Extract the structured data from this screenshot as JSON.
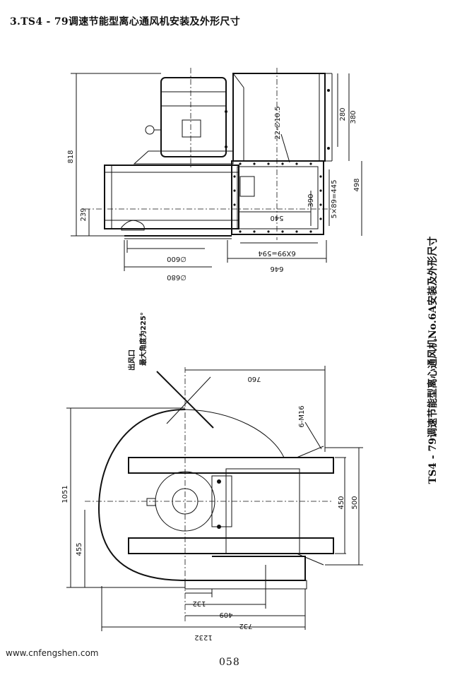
{
  "header": {
    "title": "3.TS4 - 79调速节能型离心通风机安装及外形尺寸"
  },
  "side_caption": "TS4 - 79调速节能型离心通风机No.6A安装及外形尺寸",
  "footer": {
    "website": "www.cnfengshen.com",
    "page_number": "058"
  },
  "top_view": {
    "dims": {
      "overall_height": "818",
      "dim_280": "280",
      "dim_380": "380",
      "holes": "22-∅10.5",
      "dim_498": "498",
      "dim_390": "390",
      "pitch_5x89": "5×89=445",
      "dim_239": "239",
      "dim_540": "540",
      "pitch_6x99": "6X99=594",
      "dim_646": "646",
      "dia_600": "∅600",
      "dia_680": "∅680"
    }
  },
  "bottom_view": {
    "outlet_note_line1": "出风口",
    "outlet_note_line2": "最大角度为225°",
    "dims": {
      "dim_760": "760",
      "bolts": "6-M16",
      "dim_1051": "1051",
      "dim_455": "455",
      "dim_450": "450",
      "dim_500": "500",
      "dim_132": "132",
      "dim_409": "409",
      "dim_732": "732",
      "dim_1232": "1232"
    }
  }
}
